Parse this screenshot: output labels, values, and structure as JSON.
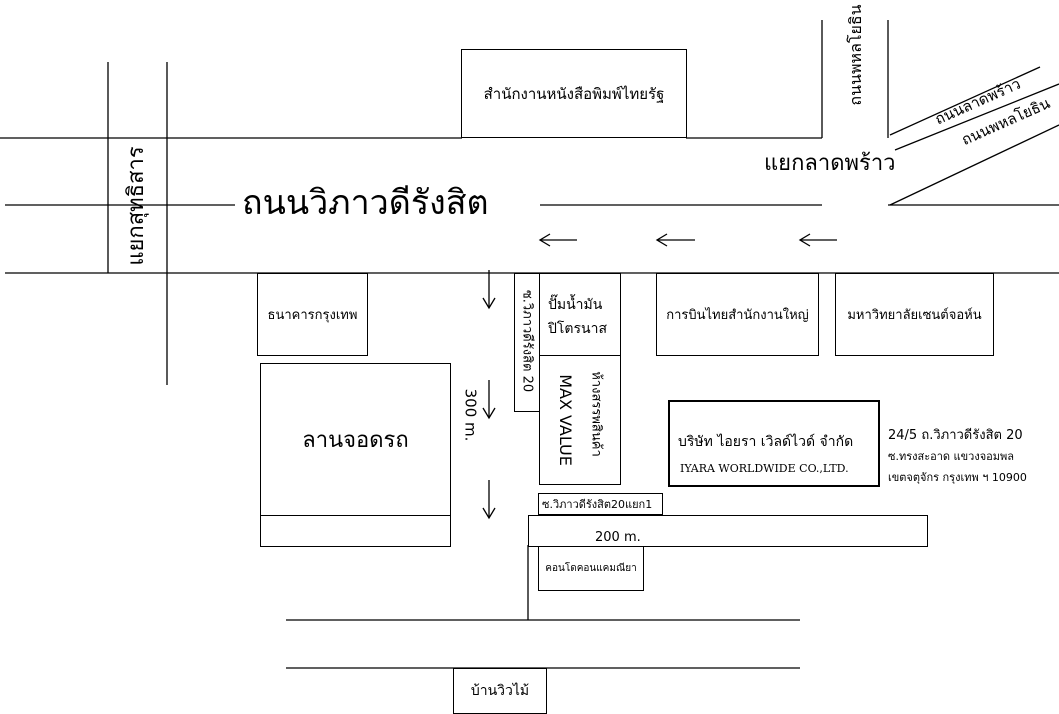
{
  "roads": {
    "main": "ถนนวิภาวดีรังสิต",
    "intersection_left": "แยกสุทธิสาร",
    "intersection_right": "แยกลาดพร้าว",
    "phahon_top": "ถนนพหลโยธิน",
    "ladprao": "ถนนลาดพร้าว",
    "phahon_diag": "ถนนพหลโยธิน",
    "soi_20": "ซ.วิภาวดีรังสิต 20",
    "soi_20_1": "ซ.วิภาวดีรังสิต20แยก1"
  },
  "places": {
    "thairath": "สำนักงานหนังสือพิมพ์ไทยรัฐ",
    "bangkok_bank": "ธนาคารกรุงเทพ",
    "parking": "ลานจอดรถ",
    "ptt_line1": "ปั๊มน้ำมัน",
    "ptt_line2": "ปิโตรนาส",
    "thai_airways": "การบินไทยสำนักงานใหญ่",
    "st_john": "มหาวิทยาลัยเซนต์จอห์น",
    "max_value_thai": "ห้างสรรพสินค้า",
    "max_value_en": "MAX VALUE",
    "condo": "คอนโดคอนแคมณียา",
    "ban_wiwai": "บ้านวิวไม้"
  },
  "company": {
    "name_th": "บริษัท ไอยรา เวิลด์ไวด์ จำกัด",
    "name_en": "IYARA WORLDWIDE CO.,LTD."
  },
  "address": {
    "line1": "24/5 ถ.วิภาวดีรังสิต 20",
    "line2": "ซ.ทรงสะอาด แขวงจอมพล",
    "line3": "เขตจตุจักร กรุงเทพ ฯ 10900"
  },
  "distances": {
    "vertical": "300 m.",
    "horizontal": "200 m."
  }
}
